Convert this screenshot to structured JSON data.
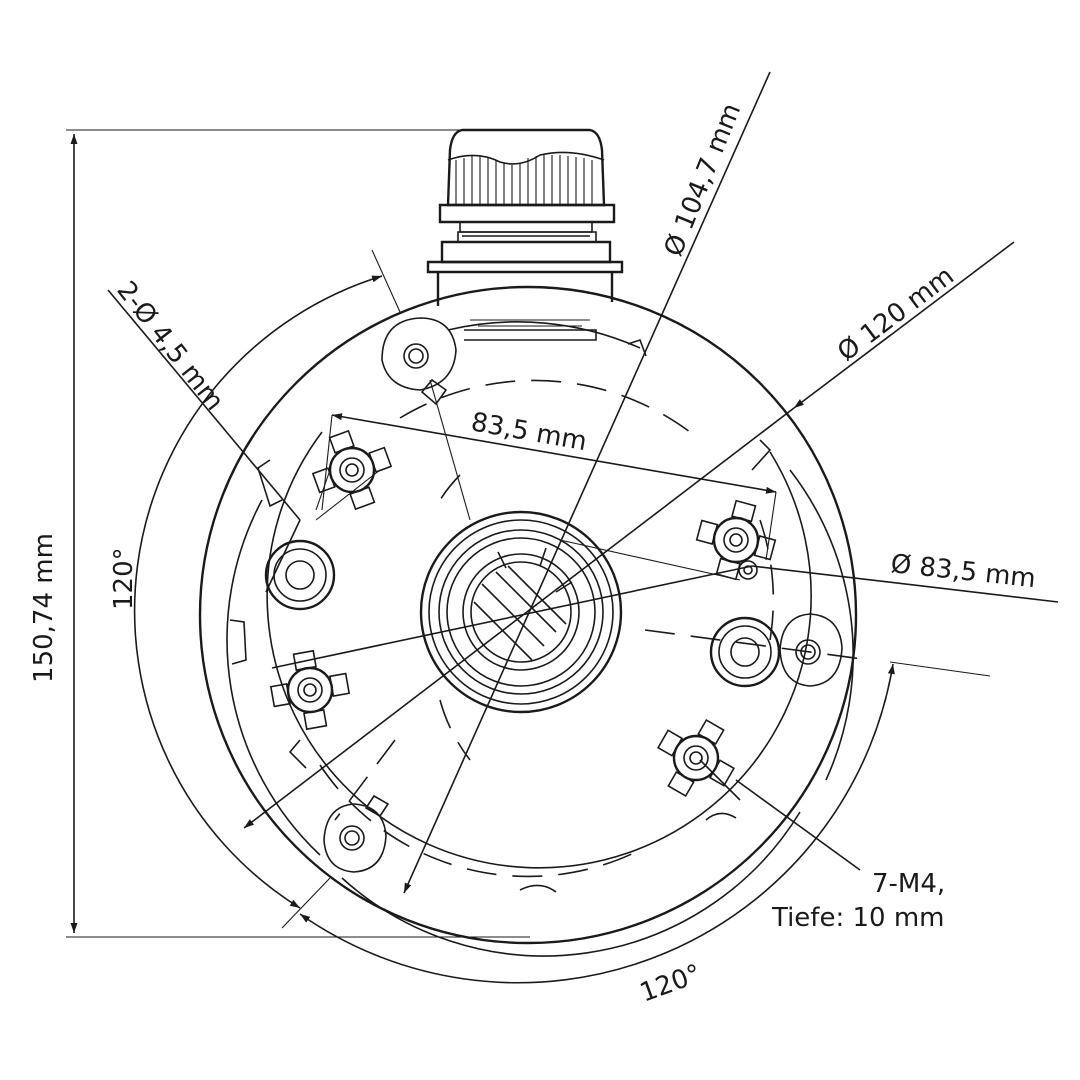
{
  "labels": {
    "height": "150,74 mm",
    "hole_dia": "2-Ø 4,5 mm",
    "dia_outer_inner": "Ø 104,7 mm",
    "dia_outer": "Ø 120 mm",
    "span": "83,5 mm",
    "angle_left": "120°",
    "dia_pcd": "Ø 83,5 mm",
    "thread_count": "7-M4,",
    "thread_depth": "Tiefe: 10 mm",
    "angle_bottom": "120°"
  },
  "colors": {
    "line": "#1a1a1a",
    "background": "#ffffff"
  }
}
